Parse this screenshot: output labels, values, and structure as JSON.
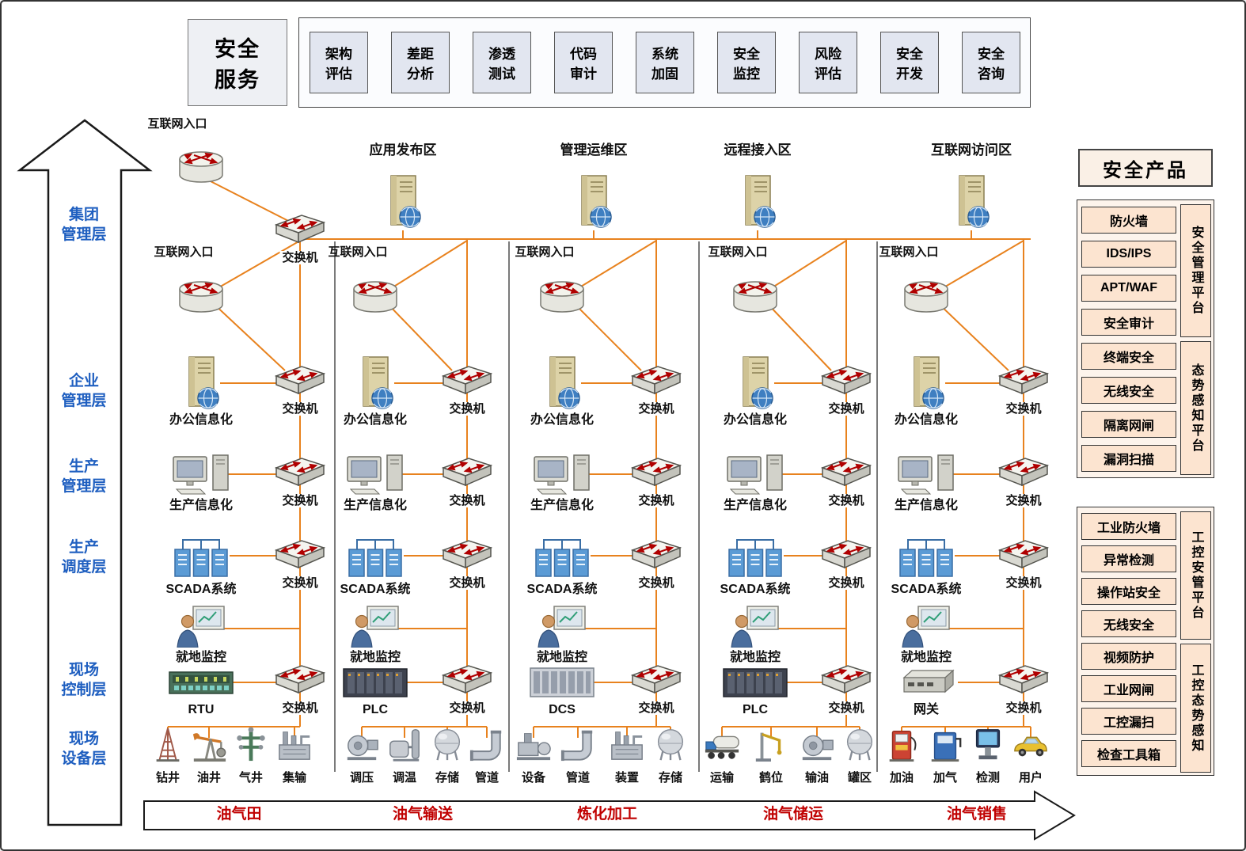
{
  "security_services": {
    "title": "安全\n服务",
    "items": [
      "架构\n评估",
      "差距\n分析",
      "渗透\n测试",
      "代码\n审计",
      "系统\n加固",
      "安全\n监控",
      "风险\n评估",
      "安全\n开发",
      "安全\n咨询"
    ]
  },
  "layers": [
    "集团\n管理层",
    "企业\n管理层",
    "生产\n管理层",
    "生产\n调度层",
    "现场\n控制层",
    "现场\n设备层"
  ],
  "zones": [
    "应用发布区",
    "管理运维区",
    "远程接入区",
    "互联网访问区"
  ],
  "shared": {
    "internet_entry": "互联网入口",
    "switch": "交换机",
    "office": "办公信息化",
    "production": "生产信息化",
    "scada": "SCADA系统",
    "monitor": "就地监控"
  },
  "columns": [
    {
      "segment": "油气田",
      "controller": "RTU",
      "controller_icon": "#sym-rtu",
      "equipment": [
        {
          "label": "钻井",
          "icon": "#sym-derrick"
        },
        {
          "label": "油井",
          "icon": "#sym-pumpjack"
        },
        {
          "label": "气井",
          "icon": "#sym-welltree"
        },
        {
          "label": "集输",
          "icon": "#sym-plant"
        }
      ]
    },
    {
      "segment": "油气输送",
      "controller": "PLC",
      "controller_icon": "#sym-plc",
      "equipment": [
        {
          "label": "调压",
          "icon": "#sym-comp"
        },
        {
          "label": "调温",
          "icon": "#sym-vessel"
        },
        {
          "label": "存储",
          "icon": "#sym-sphere"
        },
        {
          "label": "管道",
          "icon": "#sym-pipe"
        }
      ]
    },
    {
      "segment": "炼化加工",
      "controller": "DCS",
      "controller_icon": "#sym-dcs",
      "equipment": [
        {
          "label": "设备",
          "icon": "#sym-pumpunit"
        },
        {
          "label": "管道",
          "icon": "#sym-pipe"
        },
        {
          "label": "装置",
          "icon": "#sym-plant"
        },
        {
          "label": "存储",
          "icon": "#sym-sphere"
        }
      ]
    },
    {
      "segment": "油气储运",
      "controller": "PLC",
      "controller_icon": "#sym-plc",
      "equipment": [
        {
          "label": "运输",
          "icon": "#sym-truck"
        },
        {
          "label": "鹤位",
          "icon": "#sym-crane"
        },
        {
          "label": "输油",
          "icon": "#sym-comp"
        },
        {
          "label": "罐区",
          "icon": "#sym-sphere"
        }
      ]
    },
    {
      "segment": "油气销售",
      "controller": "网关",
      "controller_icon": "#sym-gateway",
      "equipment": [
        {
          "label": "加油",
          "icon": "#sym-dispenser"
        },
        {
          "label": "加气",
          "icon": "#sym-gaspump"
        },
        {
          "label": "检测",
          "icon": "#sym-kiosk"
        },
        {
          "label": "用户",
          "icon": "#sym-car"
        }
      ]
    }
  ],
  "security_products": {
    "title": "安全产品",
    "it_group": {
      "items": [
        "防火墙",
        "IDS/IPS",
        "APT/WAF",
        "安全审计",
        "终端安全",
        "无线安全",
        "隔离网闸",
        "漏洞扫描"
      ],
      "platforms": [
        "安全管理平台",
        "态势感知平台"
      ]
    },
    "ot_group": {
      "items": [
        "工业防火墙",
        "异常检测",
        "操作站安全",
        "无线安全",
        "视频防护",
        "工业网闸",
        "工控漏扫",
        "检查工具箱"
      ],
      "platforms": [
        "工控安管平台",
        "工控态势感知"
      ]
    }
  },
  "colors": {
    "wire": "#E8821E",
    "layer_text": "#1F5FC0",
    "segment_text": "#C00000",
    "scada_blue": "#5B9BD5",
    "product_fill": "#FCE4D0",
    "service_fill": "#E2E6F0"
  }
}
